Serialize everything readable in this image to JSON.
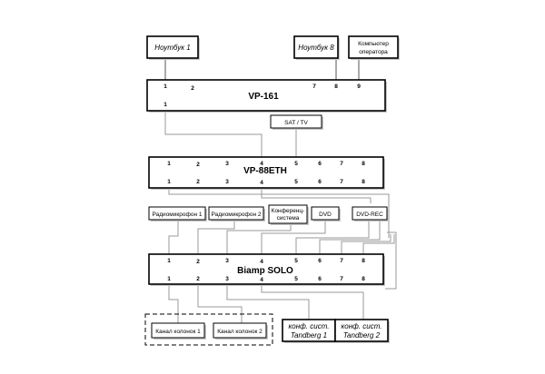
{
  "sources": {
    "laptop1": "Ноутбук 1",
    "laptop8": "Ноутбук 8",
    "operator_pc_line1": "Компьютер",
    "operator_pc_line2": "оператора",
    "sat_tv": "SAT / TV"
  },
  "vp161": {
    "title": "VP-161",
    "in_ports": [
      "1",
      "2",
      "7",
      "8",
      "9"
    ],
    "out_ports": [
      "1"
    ]
  },
  "vp88": {
    "title": "VP-88ETH",
    "in_ports": [
      "1",
      "2",
      "3",
      "4",
      "5",
      "6",
      "7",
      "8"
    ],
    "out_ports": [
      "1",
      "2",
      "3",
      "4",
      "5",
      "6",
      "7",
      "8"
    ]
  },
  "audio_sources": {
    "mic1": "Радиомикрофон 1",
    "mic2": "Радиомикрофон 2",
    "conf_line1": "Конференц-",
    "conf_line2": "система",
    "dvd": "DVD",
    "dvd_rec": "DVD-REC"
  },
  "biamp": {
    "title": "Biamp SOLO",
    "in_ports": [
      "1",
      "2",
      "3",
      "4",
      "5",
      "6",
      "7",
      "8"
    ],
    "out_ports": [
      "1",
      "2",
      "3",
      "4",
      "5",
      "6",
      "7",
      "8"
    ]
  },
  "outputs": {
    "spk1": "Канал колонок 1",
    "spk2": "Канал колонок 2",
    "tand1_line1": "конф. сист.",
    "tand1_line2": "Tandberg 1",
    "tand2_line1": "конф. сист.",
    "tand2_line2": "Tandberg 2"
  }
}
